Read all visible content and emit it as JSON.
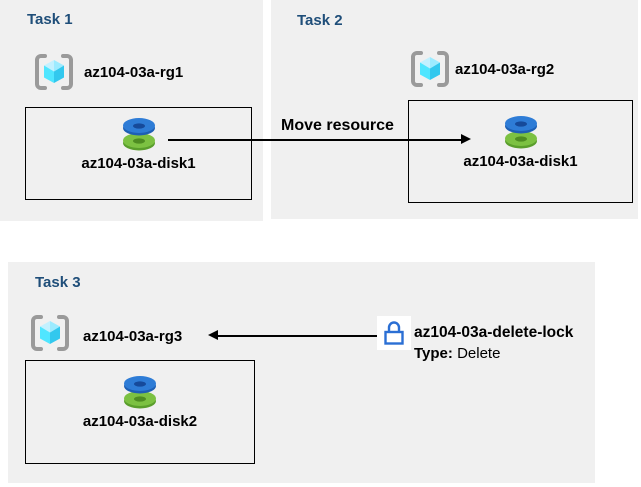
{
  "panels": [
    {
      "title": "Task 1",
      "rg_name": "az104-03a-rg1",
      "disk_name": "az104-03a-disk1"
    },
    {
      "title": "Task 2",
      "rg_name": "az104-03a-rg2",
      "disk_name": "az104-03a-disk1"
    },
    {
      "title": "Task 3",
      "rg_name": "az104-03a-rg3",
      "disk_name": "az104-03a-disk2"
    }
  ],
  "move_arrow": {
    "label": "Move resource"
  },
  "lock": {
    "name": "az104-03a-delete-lock",
    "type_label": "Type:",
    "type_value": "Delete"
  },
  "icons": {
    "resource_group": "resource-group-icon",
    "disk": "disk-icon",
    "lock": "lock-icon"
  },
  "colors": {
    "panel_background": "#f0f0f0",
    "title_blue": "#1f4e79",
    "cube_cyan_light": "#c3f1ff",
    "cube_cyan": "#50e6ff",
    "cube_cyan_dark": "#32c8ee",
    "bracket_gray": "#9a9a9a",
    "disk_blue": "#2e7cd6",
    "disk_green": "#7cc142",
    "lock_blue": "#2b6fd4",
    "line_black": "#000000"
  }
}
